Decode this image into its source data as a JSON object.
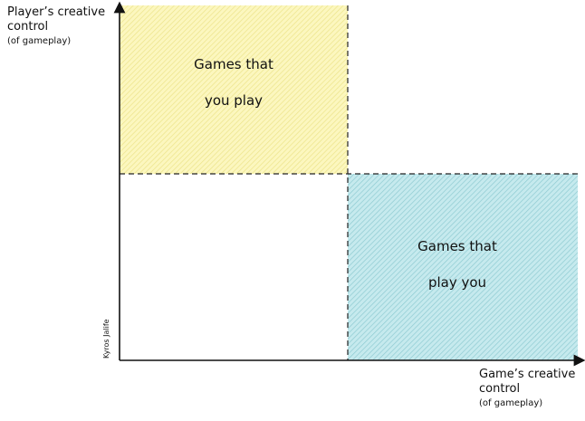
{
  "y_axis": {
    "label": "Player’s creative control",
    "sublabel": "(of gameplay)"
  },
  "x_axis": {
    "label": "Game’s creative control",
    "sublabel": "(of gameplay)"
  },
  "quadrants": {
    "top_left": {
      "line1": "Games that",
      "line2": "you play",
      "color": "#fbf6b4"
    },
    "bottom_right": {
      "line1": "Games that",
      "line2": "play you",
      "color": "#b9e5ea"
    }
  },
  "credit": "Kyros Jalife"
}
